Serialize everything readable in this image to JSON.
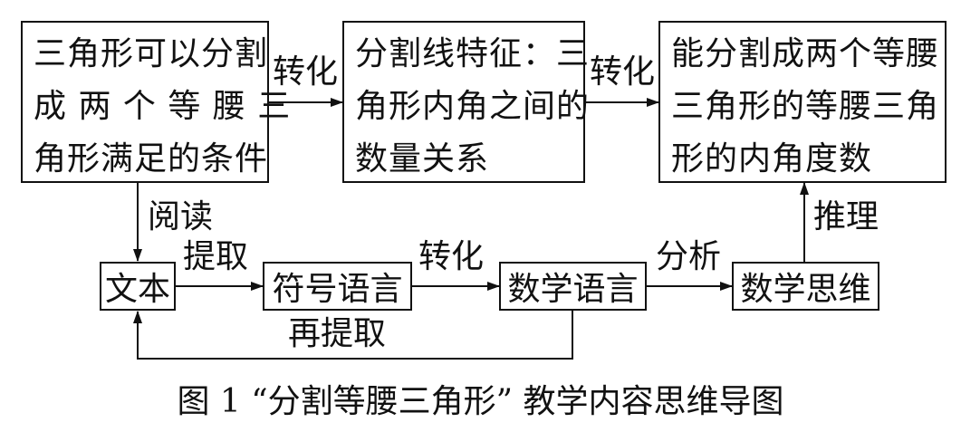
{
  "boxes": {
    "condition": {
      "lines": [
        "三角形可以分割",
        "成 两 个 等 腰 三",
        "角形满足的条件"
      ]
    },
    "feature": {
      "lines": [
        "分割线特征：三",
        "角形内角之间的",
        "数量关系"
      ]
    },
    "result": {
      "lines": [
        "能分割成两个等腰",
        "三角形的等腰三角",
        "形的内角度数"
      ]
    },
    "text": "文本",
    "symbol_language": "符号语言",
    "math_language": "数学语言",
    "math_thinking": "数学思维"
  },
  "edge_labels": {
    "convert_1": "转化",
    "convert_2": "转化",
    "read": "阅读",
    "extract": "提取",
    "convert_3": "转化",
    "analyze": "分析",
    "reason": "推理",
    "re_extract": "再提取"
  },
  "caption": "图 1 “分割等腰三角形” 教学内容思维导图"
}
